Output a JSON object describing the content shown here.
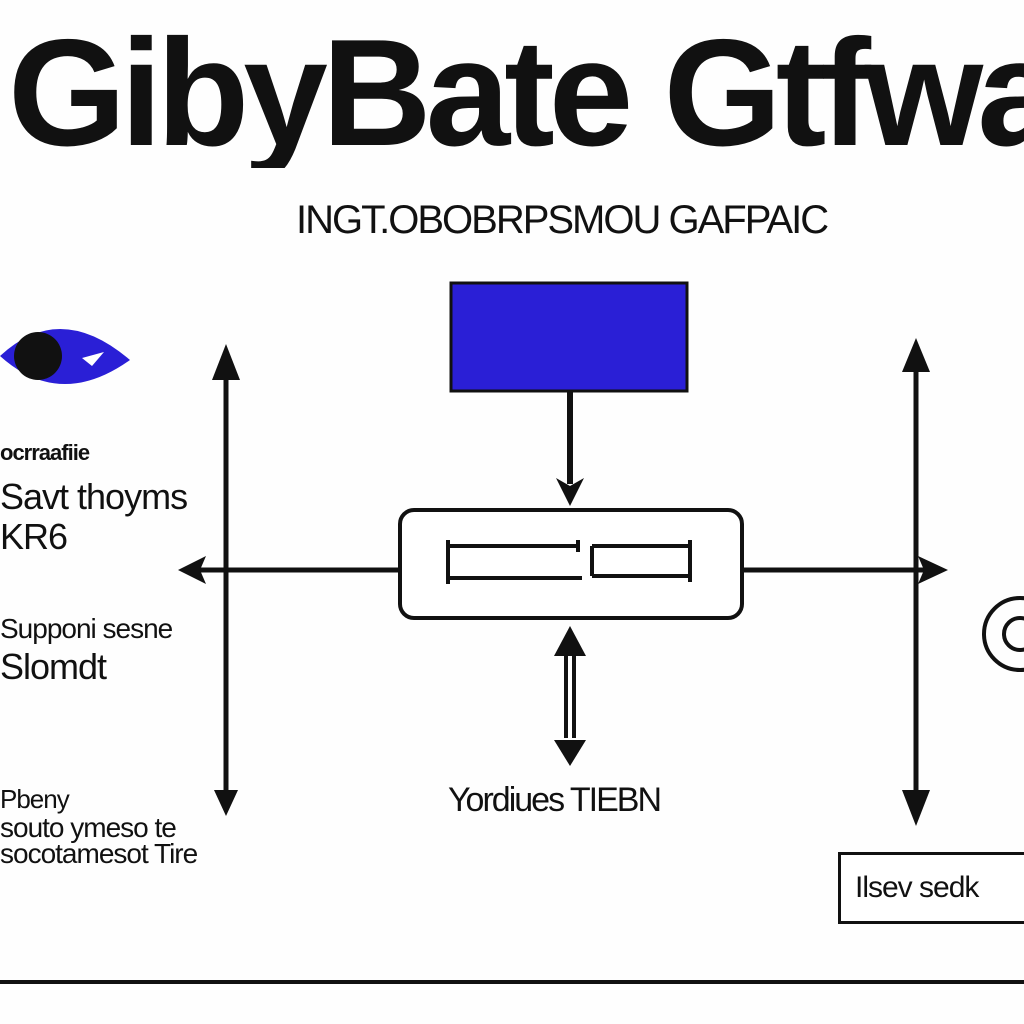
{
  "title": "GibyBate Gtfwate",
  "subtitle": "INGT.OBOBRPSMOU GAFPAIC",
  "left_labels": [
    "ocrraafiie",
    "Savt thoyms",
    "KR6",
    "Supponi sesne",
    "Slomdt",
    "Pbeny",
    "souto ymeso te",
    "socotamesot Tire"
  ],
  "bottom_label": "Yordiues TIEBN",
  "box_button": "Ilsev sedk",
  "colors": {
    "accent": "#2a1fd6",
    "line": "#111111",
    "background": "#fefefe"
  },
  "icons": {
    "left": "eye-icon",
    "right": "at-sign-icon"
  }
}
